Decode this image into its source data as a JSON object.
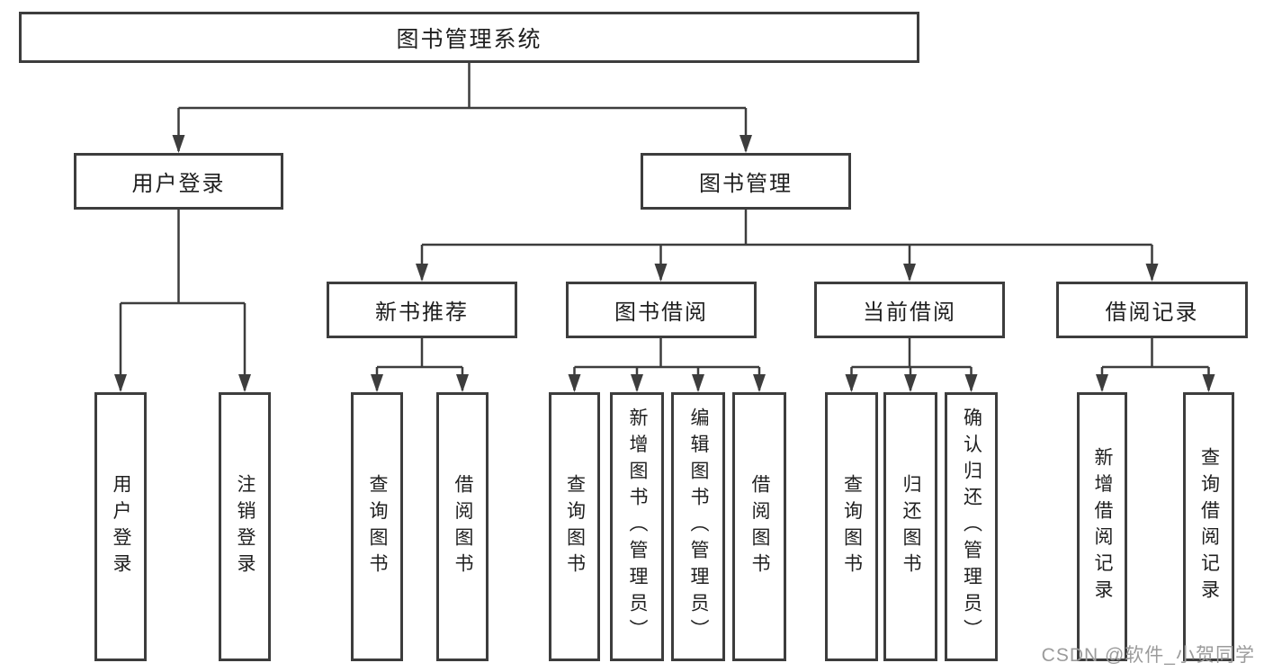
{
  "colors": {
    "background": "#ffffff",
    "line": "#3d3d3d",
    "box-border": "#3d3d3d",
    "box-fill": "#ffffff",
    "text": "#1f1f1f",
    "watermark": "#9b9b9b"
  },
  "diagram": {
    "root": {
      "label": "图书管理系统"
    },
    "login": {
      "label": "用户登录",
      "children": [
        "用户登录",
        "注销登录"
      ]
    },
    "management": {
      "label": "图书管理",
      "groups": [
        {
          "label": "新书推荐",
          "children": [
            "查询图书",
            "借阅图书"
          ]
        },
        {
          "label": "图书借阅",
          "children": [
            "查询图书",
            "新增图书（管理员）",
            "编辑图书（管理员）",
            "借阅图书"
          ]
        },
        {
          "label": "当前借阅",
          "children": [
            "查询图书",
            "归还图书",
            "确认归还（管理员）"
          ]
        },
        {
          "label": "借阅记录",
          "children": [
            "新增借阅记录",
            "查询借阅记录"
          ]
        }
      ]
    }
  },
  "watermark": {
    "text": "CSDN @软件_小贺同学"
  }
}
